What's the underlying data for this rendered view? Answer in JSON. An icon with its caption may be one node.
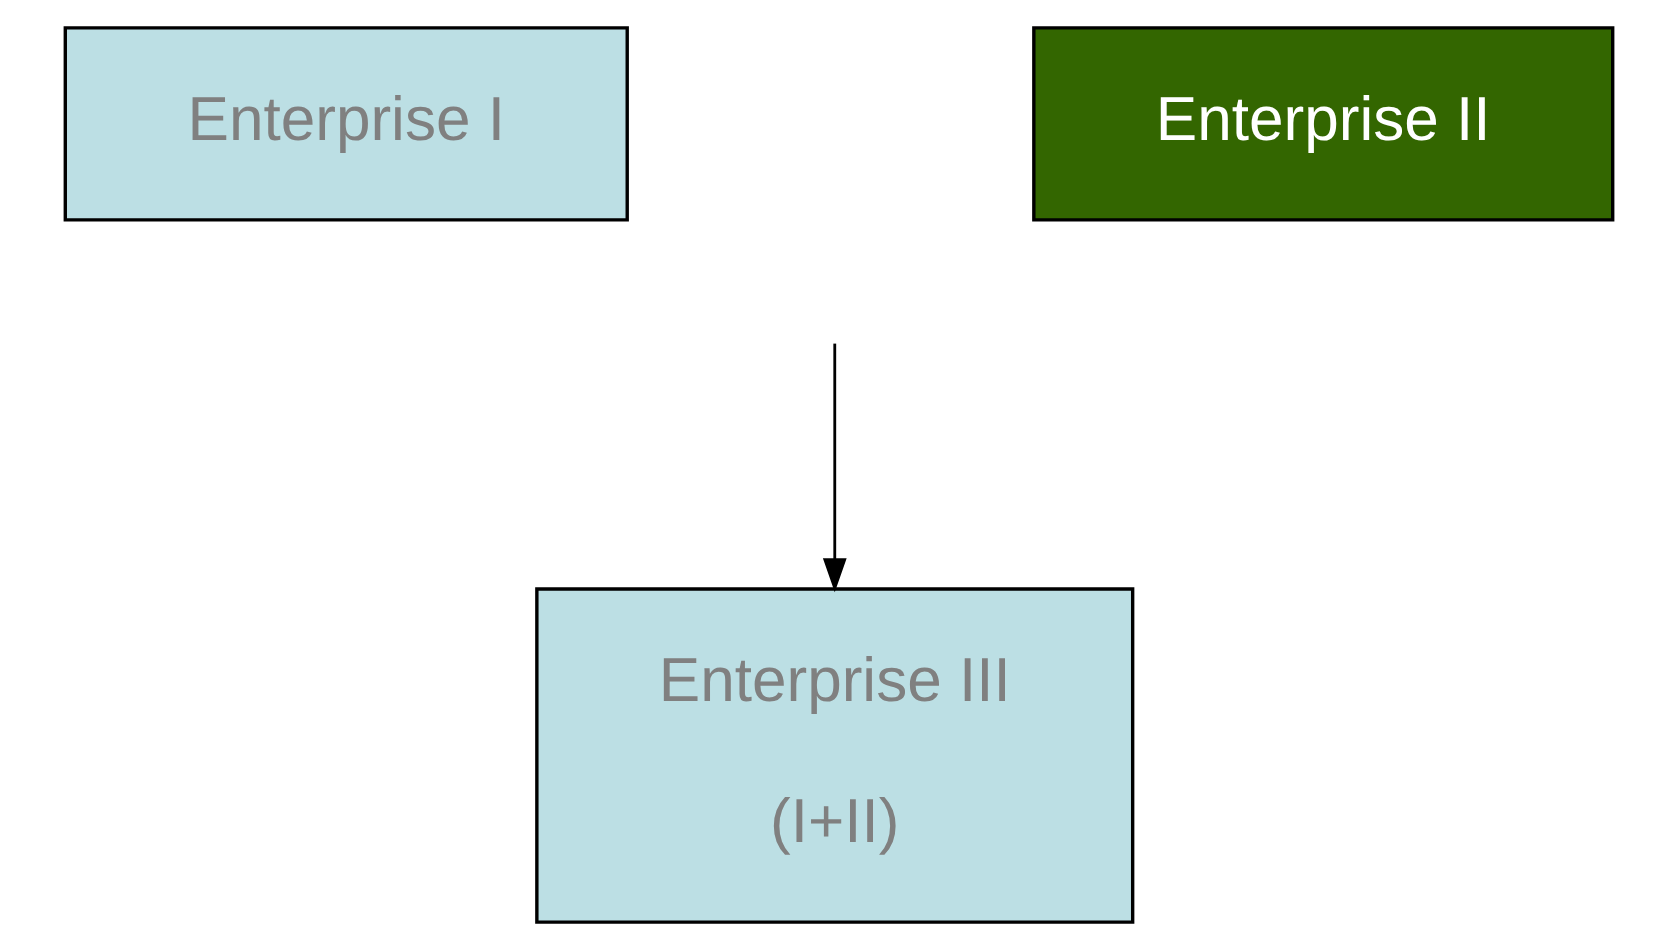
{
  "diagram": {
    "nodes": [
      {
        "text": [
          "Enterprise I"
        ]
      },
      {
        "text": [
          "Enterprise II"
        ]
      },
      {
        "text": [
          "Enterprise III",
          "(I+II)"
        ]
      }
    ],
    "edges": [
      {
        "from": null,
        "to": 2,
        "arrow": "to"
      }
    ]
  }
}
